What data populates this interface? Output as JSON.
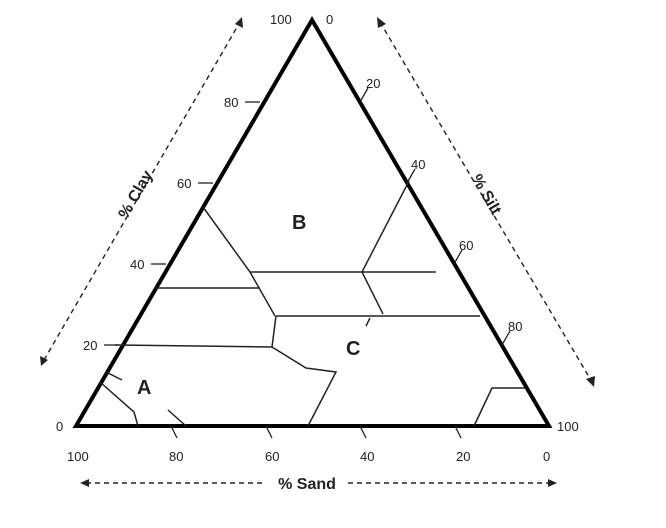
{
  "diagram": {
    "type": "ternary",
    "axes": {
      "clay": {
        "title": "% Clay",
        "ticks": [
          "0",
          "20",
          "40",
          "60",
          "80",
          "100"
        ]
      },
      "silt": {
        "title": "% Silt",
        "ticks": [
          "0",
          "20",
          "40",
          "60",
          "80",
          "100"
        ]
      },
      "sand": {
        "title": "% Sand",
        "ticks": [
          "100",
          "80",
          "60",
          "40",
          "20",
          "0"
        ]
      }
    },
    "regions": [
      {
        "id": "A",
        "label": "A"
      },
      {
        "id": "B",
        "label": "B"
      },
      {
        "id": "C",
        "label": "C"
      }
    ],
    "colors": {
      "outline": "#000000",
      "text": "#222222"
    }
  }
}
